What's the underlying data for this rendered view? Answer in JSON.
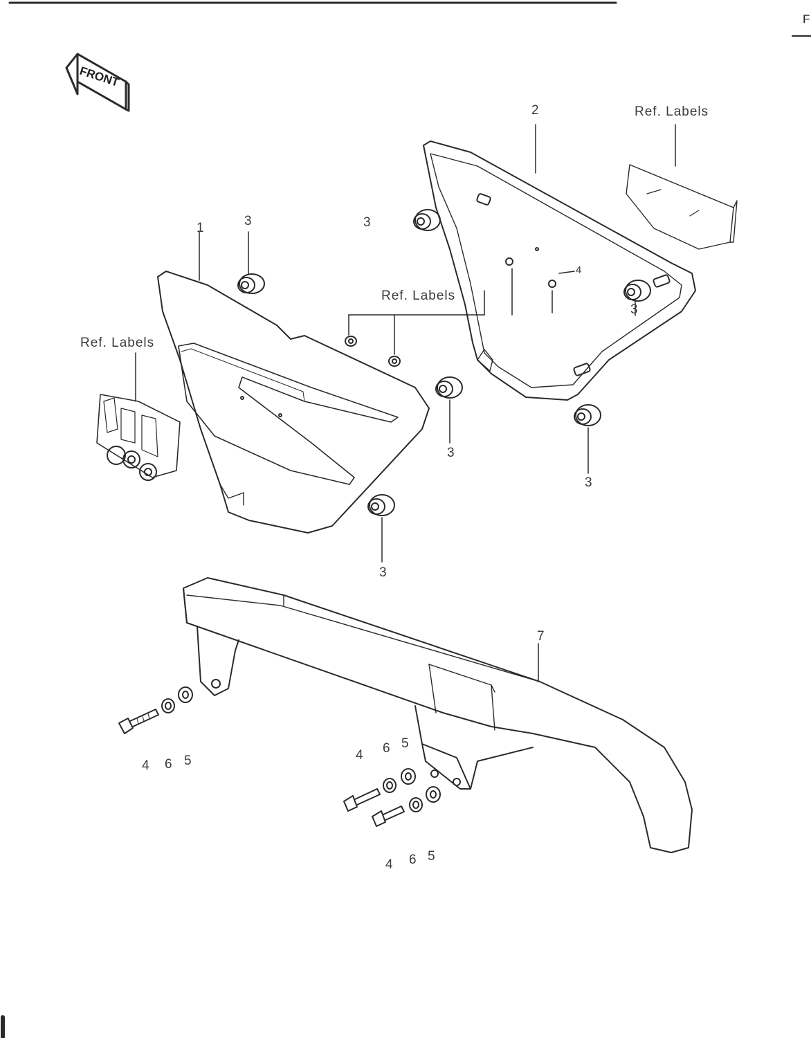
{
  "front_badge": {
    "text": "FRONT"
  },
  "edge_mark": "F",
  "callouts": {
    "part_1": "1",
    "part_2": "2",
    "part_7": "7",
    "grommet_a": "3",
    "grommet_b": "3",
    "grommet_c": "3",
    "grommet_d": "3",
    "grommet_e": "3",
    "grommet_f": "3",
    "nut_a": "4",
    "bolt_left": "4",
    "bolt_mid": "4",
    "bolt_low": "4",
    "lockwasher_left": "6",
    "lockwasher_mid": "6",
    "lockwasher_low": "6",
    "washer_left": "5",
    "washer_mid": "5",
    "washer_low": "5"
  },
  "reference_labels": {
    "right_cover": "Ref. Labels",
    "center": "Ref. Labels",
    "left_emblem": "Ref. Labels"
  }
}
